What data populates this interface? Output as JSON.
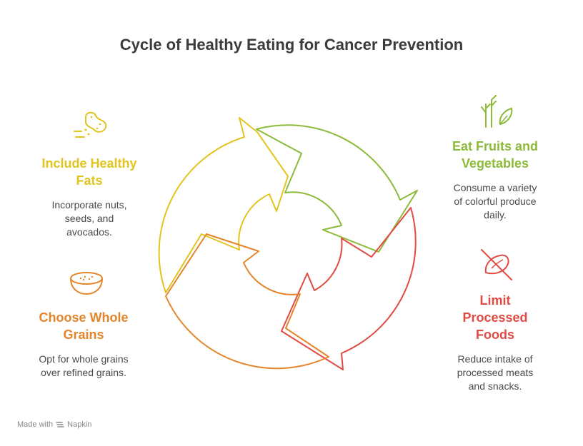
{
  "title": "Cycle of Healthy Eating for Cancer Prevention",
  "colors": {
    "yellow": "#e2c41e",
    "green": "#8cbb3a",
    "red": "#e04b43",
    "orange": "#e5852b",
    "text": "#3b3b3b"
  },
  "steps": {
    "fats": {
      "title_line1": "Include Healthy",
      "title_line2": "Fats",
      "desc_line1": "Incorporate nuts,",
      "desc_line2": "seeds, and",
      "desc_line3": "avocados.",
      "icon": "peanut-icon"
    },
    "fruits": {
      "title_line1": "Eat Fruits and",
      "title_line2": "Vegetables",
      "desc_line1": "Consume a variety",
      "desc_line2": "of colorful produce",
      "desc_line3": "daily.",
      "icon": "vegetables-icon"
    },
    "grains": {
      "title_line1": "Choose Whole",
      "title_line2": "Grains",
      "desc_line1": "Opt for whole grains",
      "desc_line2": "over refined grains.",
      "icon": "grain-bowl-icon"
    },
    "processed": {
      "title_line1": "Limit",
      "title_line2": "Processed",
      "title_line3": "Foods",
      "desc_line1": "Reduce intake of",
      "desc_line2": "processed meats",
      "desc_line3": "and snacks.",
      "icon": "no-processed-food-icon"
    }
  },
  "footer": {
    "made_with": "Made with",
    "brand": "Napkin"
  }
}
